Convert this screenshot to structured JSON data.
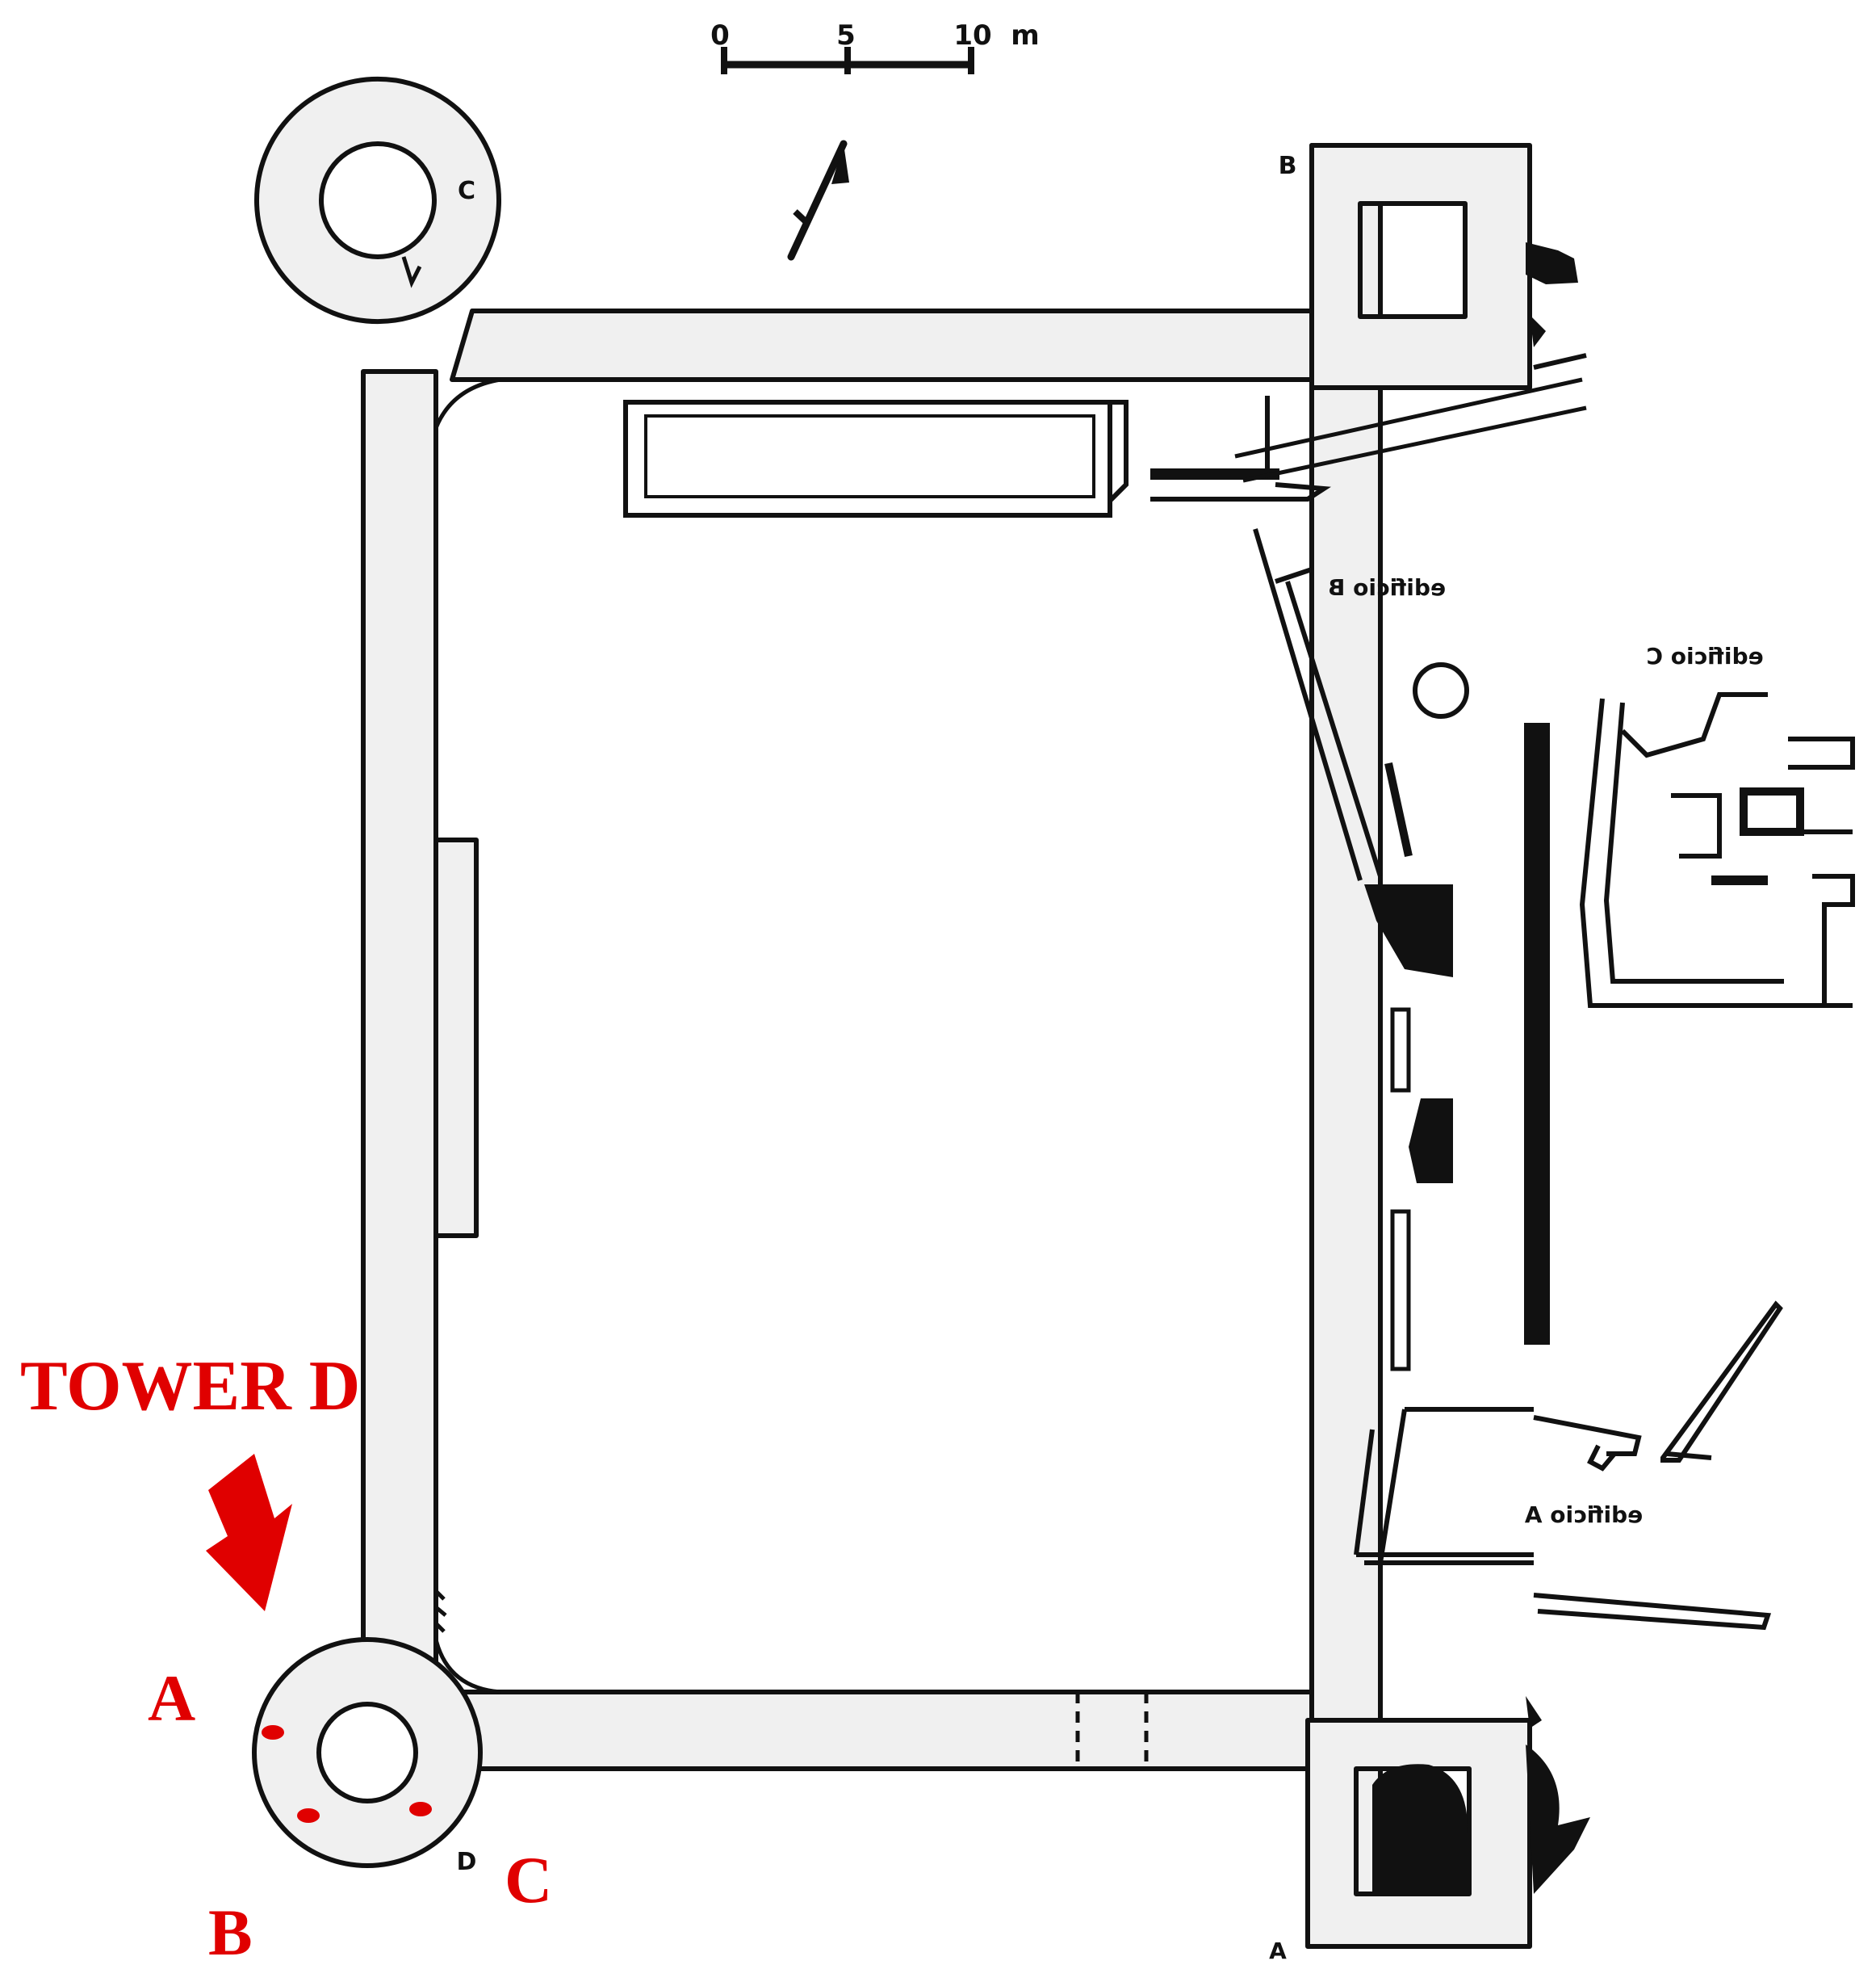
{
  "scale_bar": {
    "ticks": [
      "0",
      "5",
      "10"
    ],
    "unit": "m"
  },
  "corner_labels": {
    "tower_c": "C",
    "tower_b": "B",
    "tower_d": "D",
    "tower_a": "A"
  },
  "building_labels": {
    "edificio_b": "edificio B",
    "edificio_c": "edificio C",
    "edificio_a": "edificio A"
  },
  "annotation": {
    "title": "TOWER D",
    "point_a": "A",
    "point_b": "B",
    "point_c": "C"
  },
  "colors": {
    "wall_fill": "#f0f0f0",
    "wall_stroke": "#111111",
    "annotation_red": "#e00000"
  },
  "icons": {
    "north_arrow": "north-arrow-icon",
    "pointer_arrow": "red-arrow-icon"
  }
}
